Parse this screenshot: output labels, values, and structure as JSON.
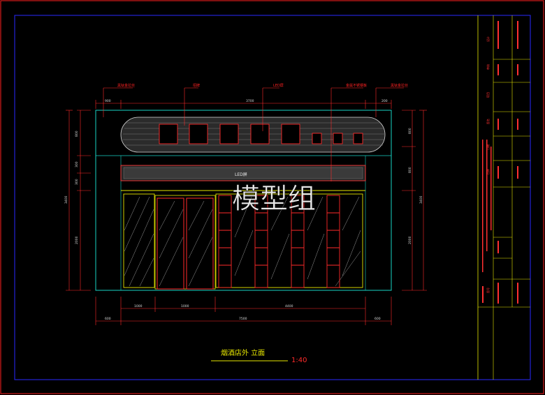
{
  "drawing": {
    "title": "烟酒店外 立面",
    "scale": "1:40",
    "watermark": "模型组",
    "led_label": "LED屏"
  },
  "callouts": [
    "黑钛金拉丝",
    "招牌",
    "LED屏",
    "金属不锈钢板",
    "黑钛金拉丝"
  ],
  "dims": {
    "top": [
      "900",
      "3700",
      "200"
    ],
    "bottom_upper": [
      "1000",
      "1000",
      "4400"
    ],
    "bottom_lower": [
      "600",
      "7500",
      "600"
    ],
    "left_segments": [
      "800",
      "300",
      "300",
      "2000"
    ],
    "left_total": "3400",
    "right_segments": [
      "800",
      "800",
      "2000"
    ],
    "right_total": "3400"
  },
  "title_block": {
    "rows": [
      "设计",
      "审核",
      "项目",
      "图名",
      "日期",
      "比例",
      "图号"
    ]
  }
}
